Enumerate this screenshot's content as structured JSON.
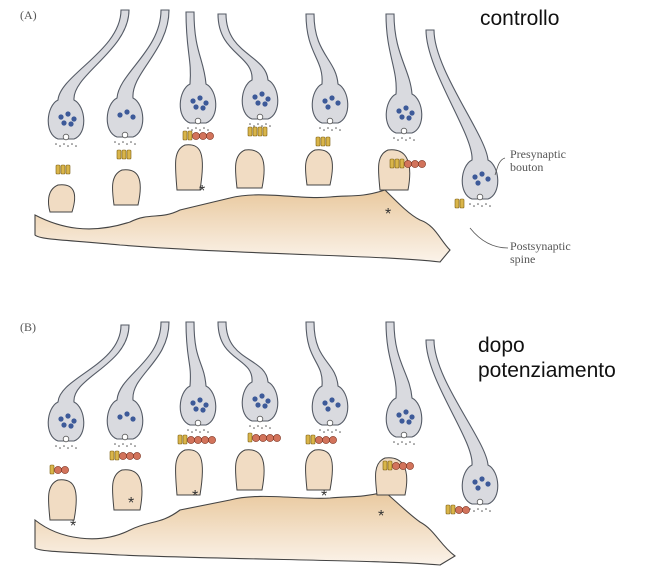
{
  "panel_a": {
    "letter": "(A)",
    "caption": "controllo",
    "label_presynaptic_line1": "Presynaptic",
    "label_presynaptic_line2": "bouton",
    "label_postsynaptic_line1": "Postsynaptic",
    "label_postsynaptic_line2": "spine",
    "asterisk": "*"
  },
  "panel_b": {
    "letter": "(B)",
    "caption_line1": "dopo",
    "caption_line2": "potenziamento",
    "asterisk": "*"
  },
  "colors": {
    "neuron_fill": "#d9dadf",
    "neuron_stroke": "#555b66",
    "dendrite_fill": "#f1dcc3",
    "vesicle": "#3d5a99",
    "receptor_yellow": "#d9b54a",
    "receptor_red": "#d2735b"
  }
}
